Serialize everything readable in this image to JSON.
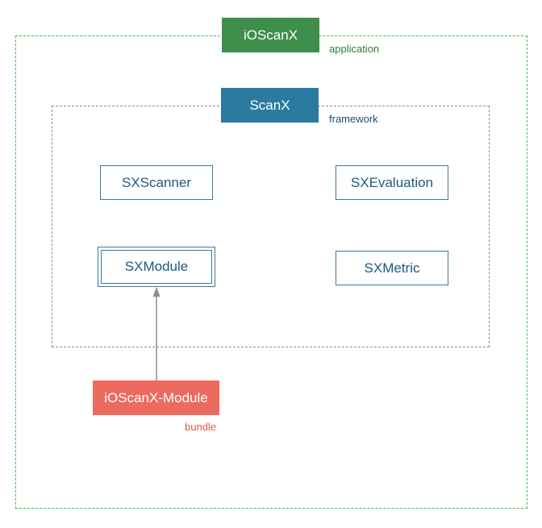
{
  "application": {
    "name": "iOScanX",
    "kind": "application",
    "color": "#3e8e4c"
  },
  "framework": {
    "name": "ScanX",
    "kind": "framework",
    "color": "#2b7aa0"
  },
  "components": {
    "scanner": "SXScanner",
    "evaluation": "SXEvaluation",
    "module": "SXModule",
    "metric": "SXMetric"
  },
  "bundle": {
    "name": "iOScanX-Module",
    "kind": "bundle",
    "color": "#ec6b5f"
  }
}
